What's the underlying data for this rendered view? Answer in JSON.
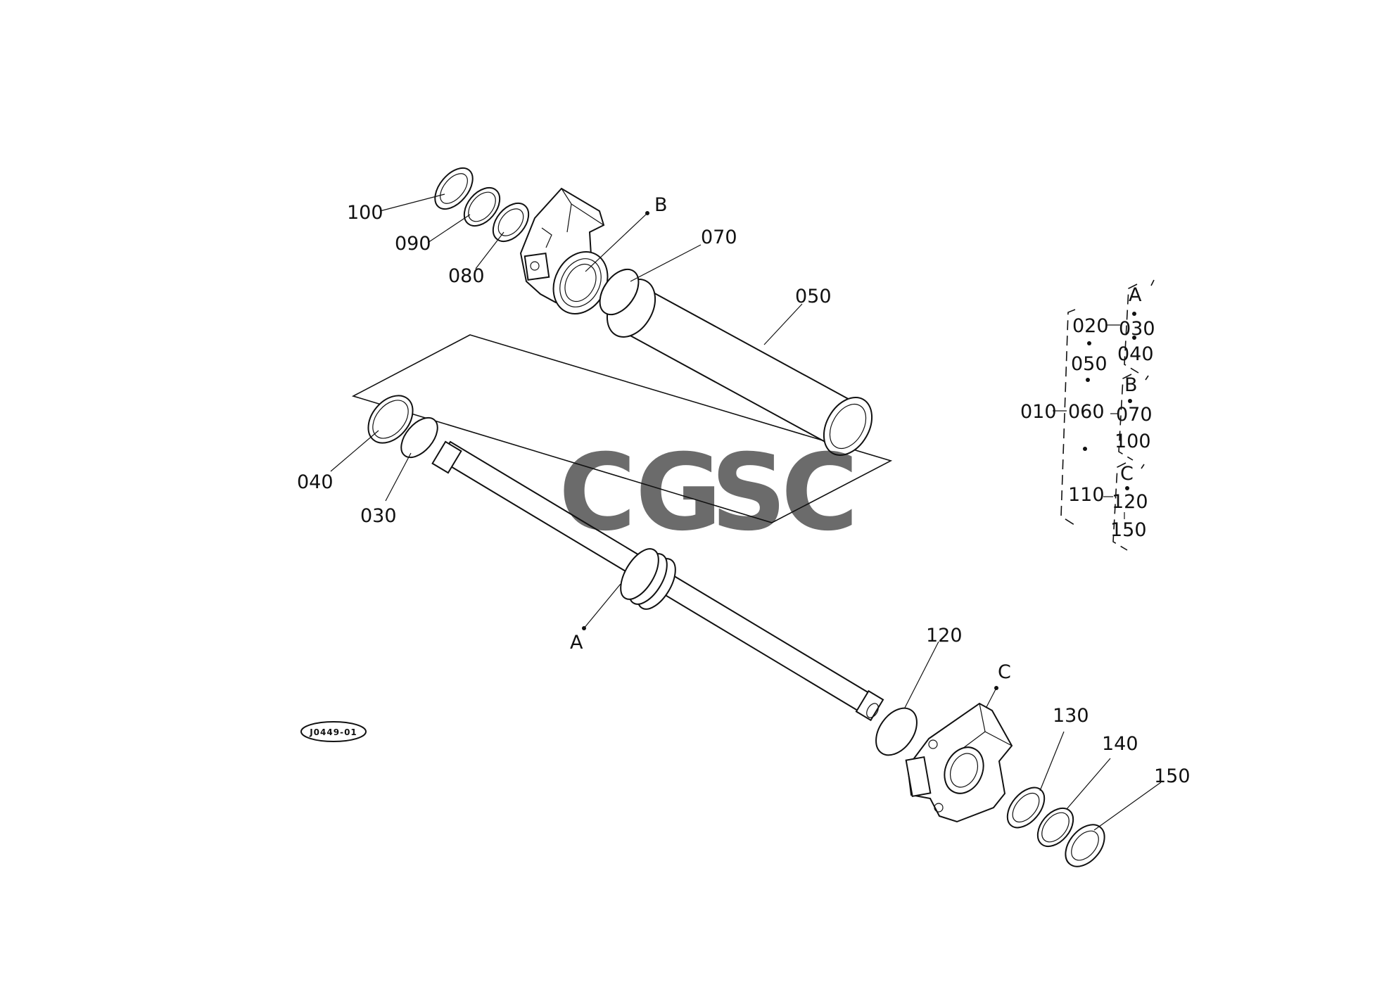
{
  "callouts": {
    "c100": "100",
    "c090": "090",
    "c080": "080",
    "cB": "B",
    "c070": "070",
    "c050": "050",
    "c040": "040",
    "c030": "030",
    "cA": "A",
    "c120": "120",
    "cC": "C",
    "c130": "130",
    "c140": "140",
    "c150": "150"
  },
  "tree": {
    "root": "010",
    "level1": [
      "020",
      "050",
      "060",
      "110"
    ],
    "groupA": {
      "label": "A",
      "items": [
        "030",
        "040"
      ]
    },
    "groupB": {
      "label": "B",
      "items": [
        "070",
        "100"
      ]
    },
    "groupC": {
      "label": "C",
      "items": [
        "120",
        "150"
      ]
    }
  },
  "reference_code": "J0449-01",
  "watermark": {
    "letters": [
      "C",
      "G",
      "S",
      "C"
    ],
    "colors": [
      "#4a86f0",
      "#f07c73",
      "#f7cf4a",
      "#46ad74"
    ]
  }
}
